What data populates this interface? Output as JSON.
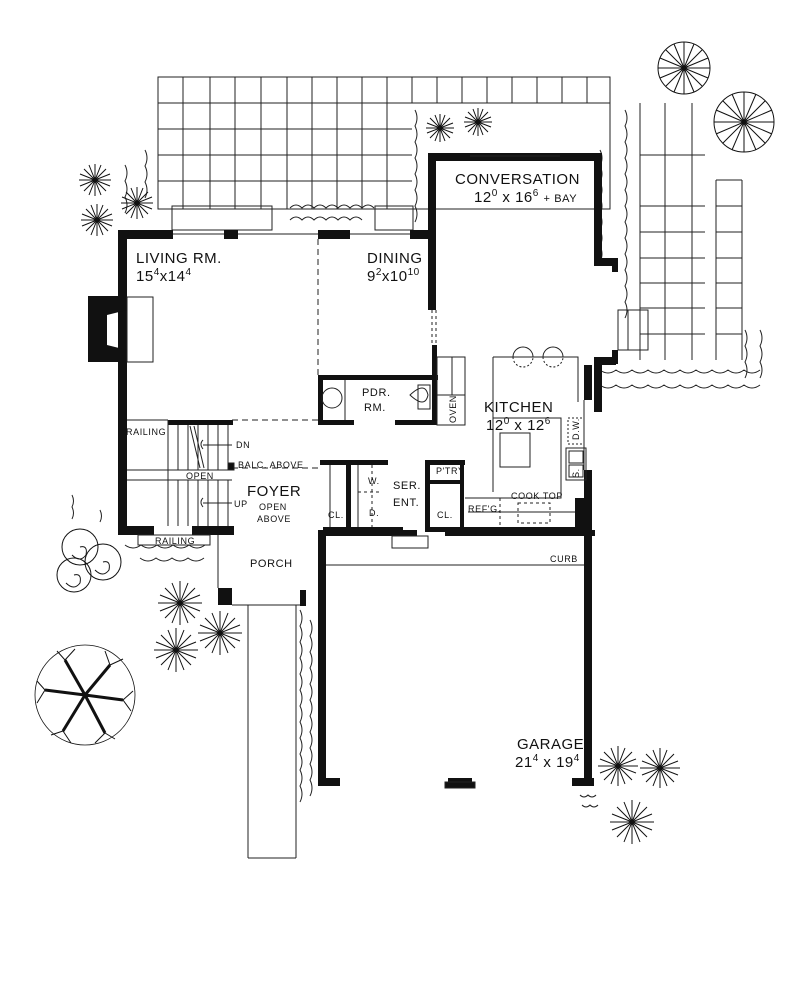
{
  "plan": {
    "rooms": {
      "conversation": {
        "name": "CONVERSATION",
        "w": "12",
        "w_in": "0",
        "sep": "x",
        "h": "16",
        "h_in": "6",
        "extra": "+ BAY"
      },
      "living": {
        "name": "LIVING RM.",
        "w": "15",
        "w_in": "4",
        "sep": "x",
        "h": "14",
        "h_in": "4"
      },
      "dining": {
        "name": "DINING",
        "w": "9",
        "w_in": "2",
        "sep": "x",
        "h": "10",
        "h_in": "10"
      },
      "kitchen": {
        "name": "KITCHEN",
        "w": "12",
        "w_in": "0",
        "sep": "x",
        "h": "12",
        "h_in": "6"
      },
      "powder": {
        "line1": "PDR.",
        "line2": "RM."
      },
      "foyer": {
        "name": "FOYER",
        "note1": "OPEN",
        "note2": "ABOVE"
      },
      "service": {
        "line1": "SER.",
        "line2": "ENT."
      },
      "porch": {
        "name": "PORCH"
      },
      "garage": {
        "name": "GARAGE",
        "w": "21",
        "w_in": "4",
        "sep": "x",
        "h": "19",
        "h_in": "4"
      }
    },
    "labels": {
      "railing_top": "RAILING",
      "railing_bottom": "RAILING",
      "stairs_down": "DN",
      "stairs_up": "UP",
      "open": "OPEN",
      "balcony": "BALC.  ABOVE",
      "oven": "OVEN",
      "dishwasher": "D.W.",
      "sink": "S.",
      "pantry": "P'TRY",
      "closet_foyer": "CL.",
      "closet_service": "CL.",
      "washer": "W.",
      "dryer": "D.",
      "refrigerator": "REF'G.",
      "cooktop": "COOK TOP",
      "curb": "CURB"
    },
    "colors": {
      "ink": "#111111",
      "paper": "#ffffff"
    }
  }
}
